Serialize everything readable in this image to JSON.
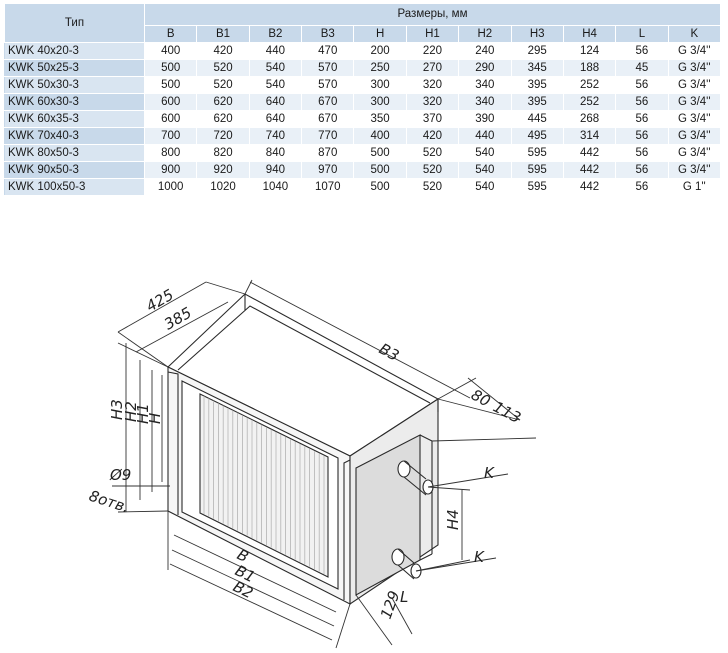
{
  "table": {
    "type_header": "Тип",
    "group_header": "Размеры, мм",
    "columns": [
      "B",
      "B1",
      "B2",
      "B3",
      "H",
      "H1",
      "H2",
      "H3",
      "H4",
      "L",
      "K"
    ],
    "rows": [
      {
        "type": "KWK 40x20-3",
        "cells": [
          "400",
          "420",
          "440",
          "470",
          "200",
          "220",
          "240",
          "295",
          "124",
          "56",
          "G 3/4''"
        ]
      },
      {
        "type": "KWK 50x25-3",
        "cells": [
          "500",
          "520",
          "540",
          "570",
          "250",
          "270",
          "290",
          "345",
          "188",
          "45",
          "G 3/4''"
        ]
      },
      {
        "type": "KWK 50x30-3",
        "cells": [
          "500",
          "520",
          "540",
          "570",
          "300",
          "320",
          "340",
          "395",
          "252",
          "56",
          "G 3/4''"
        ]
      },
      {
        "type": "KWK 60x30-3",
        "cells": [
          "600",
          "620",
          "640",
          "670",
          "300",
          "320",
          "340",
          "395",
          "252",
          "56",
          "G 3/4''"
        ]
      },
      {
        "type": "KWK 60x35-3",
        "cells": [
          "600",
          "620",
          "640",
          "670",
          "350",
          "370",
          "390",
          "445",
          "268",
          "56",
          "G 3/4''"
        ]
      },
      {
        "type": "KWK 70x40-3",
        "cells": [
          "700",
          "720",
          "740",
          "770",
          "400",
          "420",
          "440",
          "495",
          "314",
          "56",
          "G 3/4''"
        ]
      },
      {
        "type": "KWK 80x50-3",
        "cells": [
          "800",
          "820",
          "840",
          "870",
          "500",
          "520",
          "540",
          "595",
          "442",
          "56",
          "G 3/4''"
        ]
      },
      {
        "type": "KWK 90x50-3",
        "cells": [
          "900",
          "920",
          "940",
          "970",
          "500",
          "520",
          "540",
          "595",
          "442",
          "56",
          "G 3/4''"
        ]
      },
      {
        "type": "KWK 100x50-3",
        "cells": [
          "1000",
          "1020",
          "1040",
          "1070",
          "500",
          "520",
          "540",
          "595",
          "442",
          "56",
          "G 1''"
        ]
      }
    ]
  },
  "drawing": {
    "labels": {
      "dim_425": "425",
      "dim_385": "385",
      "dim_b3": "B3",
      "dim_80": "80",
      "dim_113": "113",
      "dim_h3": "H3",
      "dim_h2": "H2",
      "dim_h1": "H1",
      "dim_h": "H",
      "dim_hole": "Ø9",
      "dim_holes_count": "8отв.",
      "dim_b": "B",
      "dim_b1": "B1",
      "dim_b2": "B2",
      "dim_k_top": "K",
      "dim_k_bottom": "K",
      "dim_h4": "H4",
      "dim_l": "L",
      "dim_129": "129"
    }
  }
}
